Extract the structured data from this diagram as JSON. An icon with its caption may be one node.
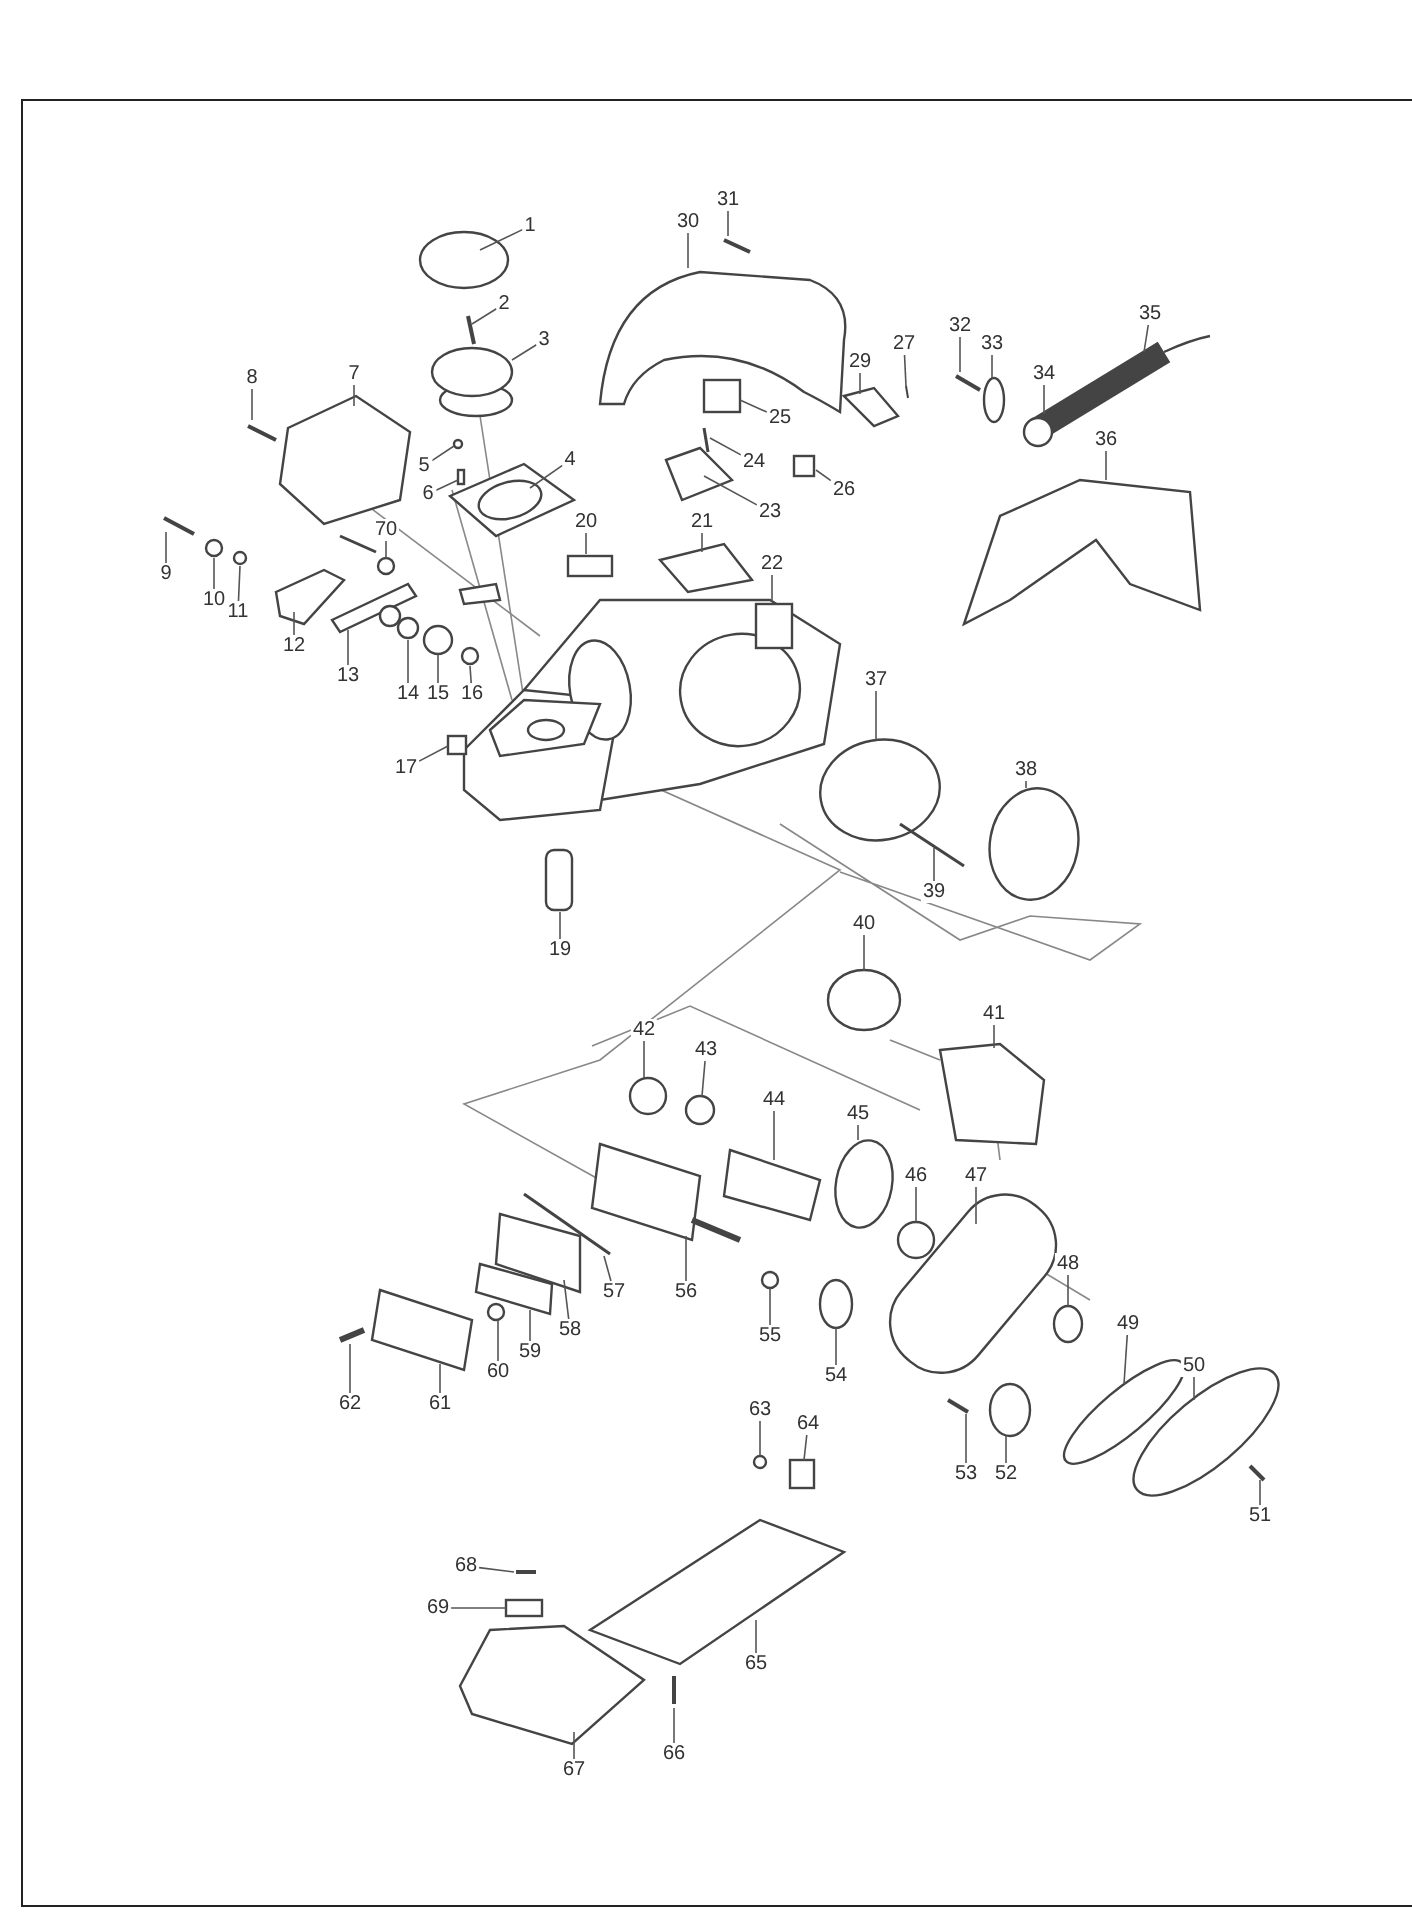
{
  "diagram": {
    "nodes": [
      {
        "text": [
          "1"
        ]
      },
      {
        "text": [
          "2"
        ]
      },
      {
        "text": [
          "3"
        ]
      },
      {
        "text": [
          "4"
        ]
      },
      {
        "text": [
          "5"
        ]
      },
      {
        "text": [
          "6"
        ]
      },
      {
        "text": [
          "7"
        ]
      },
      {
        "text": [
          "8"
        ]
      },
      {
        "text": [
          "9"
        ]
      },
      {
        "text": [
          "10"
        ]
      },
      {
        "text": [
          "11"
        ]
      },
      {
        "text": [
          "12"
        ]
      },
      {
        "text": [
          "13"
        ]
      },
      {
        "text": [
          "14"
        ]
      },
      {
        "text": [
          "15"
        ]
      },
      {
        "text": [
          "16"
        ]
      },
      {
        "text": [
          "17"
        ]
      },
      {
        "text": [
          "19"
        ]
      },
      {
        "text": [
          "20"
        ]
      },
      {
        "text": [
          "21"
        ]
      },
      {
        "text": [
          "22"
        ]
      },
      {
        "text": [
          "23"
        ]
      },
      {
        "text": [
          "24"
        ]
      },
      {
        "text": [
          "25"
        ]
      },
      {
        "text": [
          "26"
        ]
      },
      {
        "text": [
          "27"
        ]
      },
      {
        "text": [
          "29"
        ]
      },
      {
        "text": [
          "30"
        ]
      },
      {
        "text": [
          "31"
        ]
      },
      {
        "text": [
          "32"
        ]
      },
      {
        "text": [
          "33"
        ]
      },
      {
        "text": [
          "34"
        ]
      },
      {
        "text": [
          "35"
        ]
      },
      {
        "text": [
          "36"
        ]
      },
      {
        "text": [
          "37"
        ]
      },
      {
        "text": [
          "38"
        ]
      },
      {
        "text": [
          "39"
        ]
      },
      {
        "text": [
          "40"
        ]
      },
      {
        "text": [
          "41"
        ]
      },
      {
        "text": [
          "42"
        ]
      },
      {
        "text": [
          "43"
        ]
      },
      {
        "text": [
          "44"
        ]
      },
      {
        "text": [
          "45"
        ]
      },
      {
        "text": [
          "46"
        ]
      },
      {
        "text": [
          "47"
        ]
      },
      {
        "text": [
          "48"
        ]
      },
      {
        "text": [
          "49"
        ]
      },
      {
        "text": [
          "50"
        ]
      },
      {
        "text": [
          "51"
        ]
      },
      {
        "text": [
          "52"
        ]
      },
      {
        "text": [
          "53"
        ]
      },
      {
        "text": [
          "54"
        ]
      },
      {
        "text": [
          "55"
        ]
      },
      {
        "text": [
          "56"
        ]
      },
      {
        "text": [
          "57"
        ]
      },
      {
        "text": [
          "58"
        ]
      },
      {
        "text": [
          "59"
        ]
      },
      {
        "text": [
          "60"
        ]
      },
      {
        "text": [
          "61"
        ]
      },
      {
        "text": [
          "62"
        ]
      },
      {
        "text": [
          "63"
        ]
      },
      {
        "text": [
          "64"
        ]
      },
      {
        "text": [
          "65"
        ]
      },
      {
        "text": [
          "66"
        ]
      },
      {
        "text": [
          "67"
        ]
      },
      {
        "text": [
          "68"
        ]
      },
      {
        "text": [
          "69"
        ]
      },
      {
        "text": [
          "70"
        ]
      }
    ],
    "edges": [
      {
        "from": 0,
        "to": null,
        "arrow": "none"
      },
      {
        "from": 1,
        "to": null,
        "arrow": "none"
      },
      {
        "from": 2,
        "to": null,
        "arrow": "none"
      },
      {
        "from": 3,
        "to": null,
        "arrow": "none"
      },
      {
        "from": 4,
        "to": null,
        "arrow": "none"
      },
      {
        "from": 5,
        "to": null,
        "arrow": "none"
      },
      {
        "from": 6,
        "to": null,
        "arrow": "none"
      },
      {
        "from": 7,
        "to": null,
        "arrow": "none"
      },
      {
        "from": 8,
        "to": null,
        "arrow": "none"
      },
      {
        "from": 9,
        "to": null,
        "arrow": "none"
      },
      {
        "from": 10,
        "to": null,
        "arrow": "none"
      },
      {
        "from": 11,
        "to": null,
        "arrow": "none"
      },
      {
        "from": 12,
        "to": null,
        "arrow": "none"
      },
      {
        "from": 13,
        "to": null,
        "arrow": "none"
      },
      {
        "from": 14,
        "to": null,
        "arrow": "none"
      },
      {
        "from": 15,
        "to": null,
        "arrow": "none"
      },
      {
        "from": 16,
        "to": null,
        "arrow": "none"
      },
      {
        "from": 17,
        "to": null,
        "arrow": "none"
      },
      {
        "from": 18,
        "to": null,
        "arrow": "none"
      },
      {
        "from": 19,
        "to": null,
        "arrow": "none"
      },
      {
        "from": 20,
        "to": null,
        "arrow": "none"
      },
      {
        "from": 21,
        "to": null,
        "arrow": "none"
      },
      {
        "from": 22,
        "to": null,
        "arrow": "none"
      },
      {
        "from": 23,
        "to": null,
        "arrow": "none"
      },
      {
        "from": 24,
        "to": null,
        "arrow": "none"
      },
      {
        "from": 25,
        "to": null,
        "arrow": "none"
      },
      {
        "from": 26,
        "to": null,
        "arrow": "none"
      },
      {
        "from": 27,
        "to": null,
        "arrow": "none"
      },
      {
        "from": 28,
        "to": null,
        "arrow": "none"
      },
      {
        "from": 29,
        "to": null,
        "arrow": "none"
      },
      {
        "from": 30,
        "to": null,
        "arrow": "none"
      },
      {
        "from": 31,
        "to": null,
        "arrow": "none"
      },
      {
        "from": 32,
        "to": null,
        "arrow": "none"
      },
      {
        "from": 33,
        "to": null,
        "arrow": "none"
      },
      {
        "from": 34,
        "to": null,
        "arrow": "none"
      },
      {
        "from": 35,
        "to": null,
        "arrow": "none"
      },
      {
        "from": 36,
        "to": null,
        "arrow": "none"
      },
      {
        "from": 37,
        "to": null,
        "arrow": "none"
      },
      {
        "from": 38,
        "to": null,
        "arrow": "none"
      },
      {
        "from": 39,
        "to": null,
        "arrow": "none"
      },
      {
        "from": 40,
        "to": null,
        "arrow": "none"
      },
      {
        "from": 41,
        "to": null,
        "arrow": "none"
      },
      {
        "from": 42,
        "to": null,
        "arrow": "none"
      },
      {
        "from": 43,
        "to": null,
        "arrow": "none"
      },
      {
        "from": 44,
        "to": null,
        "arrow": "none"
      },
      {
        "from": 45,
        "to": null,
        "arrow": "none"
      },
      {
        "from": 46,
        "to": null,
        "arrow": "none"
      },
      {
        "from": 47,
        "to": null,
        "arrow": "none"
      },
      {
        "from": 48,
        "to": null,
        "arrow": "none"
      },
      {
        "from": 49,
        "to": null,
        "arrow": "none"
      },
      {
        "from": 50,
        "to": null,
        "arrow": "none"
      },
      {
        "from": 51,
        "to": null,
        "arrow": "none"
      },
      {
        "from": 52,
        "to": null,
        "arrow": "none"
      },
      {
        "from": 53,
        "to": null,
        "arrow": "none"
      },
      {
        "from": 54,
        "to": null,
        "arrow": "none"
      },
      {
        "from": 55,
        "to": null,
        "arrow": "none"
      },
      {
        "from": 56,
        "to": null,
        "arrow": "none"
      },
      {
        "from": 57,
        "to": null,
        "arrow": "none"
      },
      {
        "from": 58,
        "to": null,
        "arrow": "none"
      },
      {
        "from": 59,
        "to": null,
        "arrow": "none"
      },
      {
        "from": 60,
        "to": null,
        "arrow": "none"
      },
      {
        "from": 61,
        "to": null,
        "arrow": "none"
      },
      {
        "from": 62,
        "to": null,
        "arrow": "none"
      },
      {
        "from": 63,
        "to": null,
        "arrow": "none"
      },
      {
        "from": 64,
        "to": null,
        "arrow": "none"
      },
      {
        "from": 65,
        "to": null,
        "arrow": "none"
      },
      {
        "from": 66,
        "to": null,
        "arrow": "none"
      },
      {
        "from": 67,
        "to": null,
        "arrow": "none"
      }
    ]
  }
}
